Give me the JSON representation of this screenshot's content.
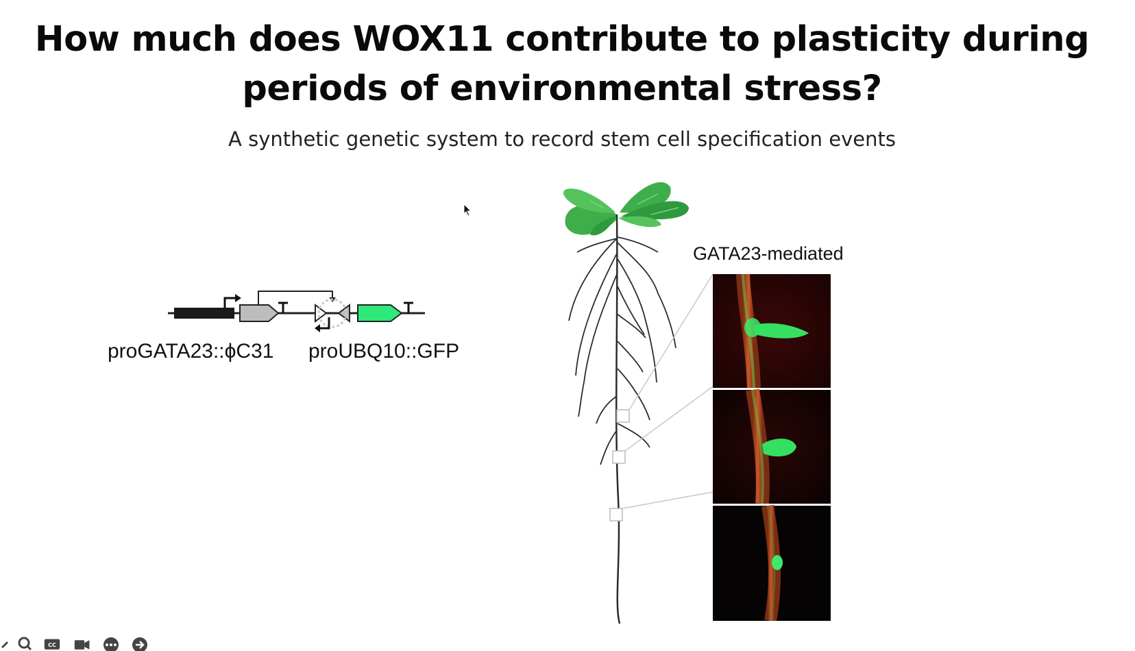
{
  "slide": {
    "title_line1": "How much does WOX11 contribute to plasticity during",
    "title_line2": "periods of environmental stress?",
    "subtitle": "A synthetic genetic system to record stem cell specification events"
  },
  "construct": {
    "label_left": "proGATA23::ϕC31",
    "label_right": "proUBQ10::GFP",
    "gfp_color": "#2ee87a",
    "gray_color": "#bdbdbd"
  },
  "figure": {
    "panel_label": "GATA23-mediated",
    "leaf_color": "#3fae4a",
    "root_color": "#2b2b2b"
  },
  "toolbar": {
    "icons": [
      "pen-icon",
      "search-icon",
      "closed-caption-icon",
      "camera-icon",
      "more-icon",
      "next-icon"
    ]
  }
}
